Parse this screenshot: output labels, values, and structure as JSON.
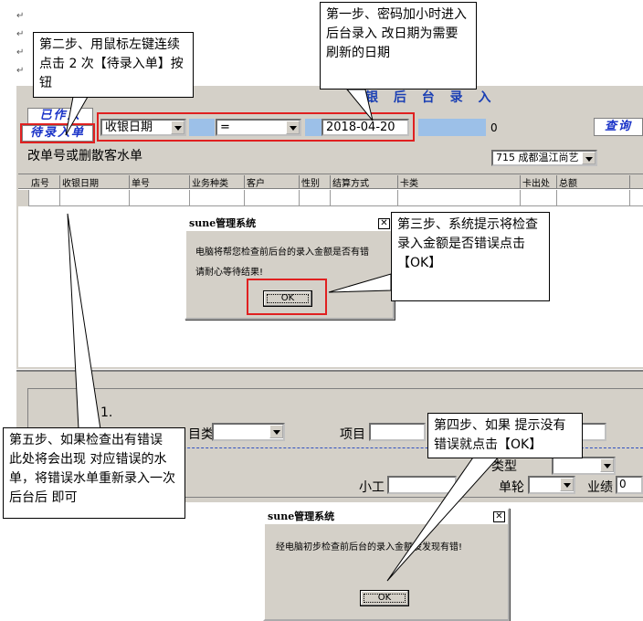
{
  "header": {
    "title": "银 后 台 录 入"
  },
  "toolbar": {
    "done_tab": "已作入",
    "pending_tab": "待录入单",
    "filter_field": "收银日期",
    "operator": "=",
    "date_value": "2018-04-20",
    "count_value": "0",
    "query_button": "查询"
  },
  "subheader": {
    "text": "改单号或删散客水单",
    "store_select": "715 成都温江尚艺"
  },
  "table": {
    "columns": [
      "店号",
      "收银日期",
      "单号",
      "业务种类",
      "客户",
      "性别",
      "结算方式",
      "卡类",
      "卡出处",
      "总额"
    ]
  },
  "lower_form": {
    "section_number": "1.",
    "category_label": "目类",
    "item_label": "项目",
    "assistant_label": "小工",
    "wheel_label": "单轮",
    "perf_label": "业绩",
    "perf_value": "0",
    "partial_label": "类型"
  },
  "dialog1": {
    "title": "sune管理系统",
    "close": "✕",
    "line1": "电脑将帮您检查前后台的录入金额是否有错",
    "line2": "请耐心等待结果!",
    "ok": "OK"
  },
  "dialog2": {
    "title": "sune管理系统",
    "close": "✕",
    "message": "经电脑初步检查前后台的录入金额没发现有错!",
    "ok": "OK"
  },
  "callouts": {
    "step1": "第一步、密码加小时进入后台录入 改日期为需要刷新的日期",
    "step2": "第二步、用鼠标左键连续点击 2 次【待录入单】按钮",
    "step3": "第三步、系统提示将检查录入金额是否错误点击【OK】",
    "step4": "第四步、如果 提示没有错误就点击【OK】",
    "step5": "第五步、如果检查出有错误 此处将会出现 对应错误的水单，将错误水单重新录入一次后台后 即可"
  },
  "para_mark": "↵",
  "colors": {
    "highlight_red": "#e02020",
    "accent_blue": "#1a33c8"
  }
}
